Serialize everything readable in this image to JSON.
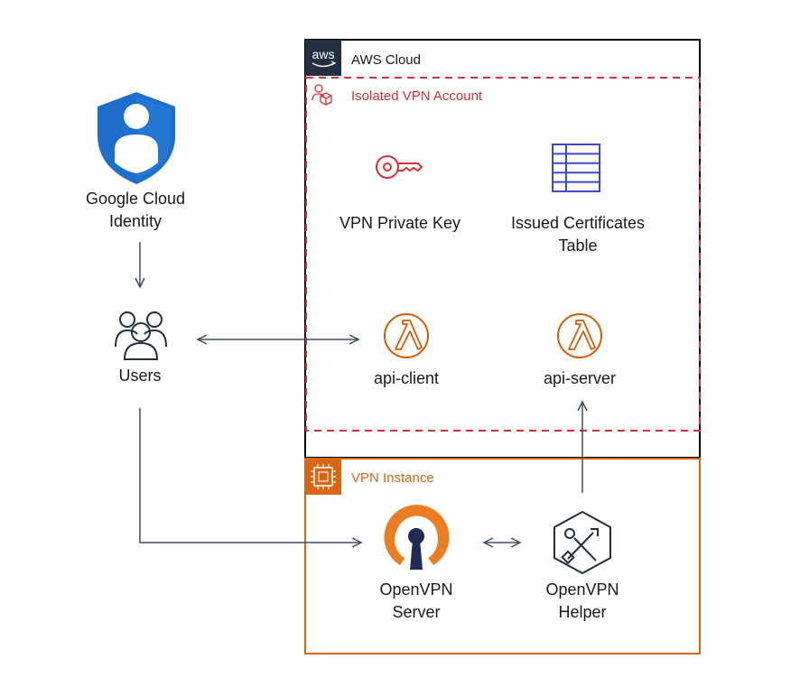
{
  "colors": {
    "aws_border": "#000000",
    "account_red": "#d13239",
    "instance_orange": "#d86613",
    "lambda_orange": "#d45b07",
    "arrow": "#3e4f63",
    "dynamo_blue": "#3f48cc",
    "shield_blue": "#1e6fc9",
    "aws_logo_bg": "#232f3e"
  },
  "groups": {
    "aws_cloud": {
      "label": "AWS Cloud",
      "logo_text": "aws",
      "logo_icon": "aws-logo-icon"
    },
    "isolated_account": {
      "label": "Isolated VPN Account",
      "icon": "account-icon"
    },
    "vpn_instance": {
      "label": "VPN Instance",
      "icon": "ec2-instance-icon"
    }
  },
  "nodes": {
    "google_identity": {
      "label": "Google Cloud\nIdentity",
      "icon": "shield-user-icon"
    },
    "users": {
      "label": "Users",
      "icon": "users-icon"
    },
    "vpn_private_key": {
      "label": "VPN Private Key",
      "icon": "key-icon"
    },
    "certificates_table": {
      "label": "Issued Certificates\nTable",
      "icon": "table-icon"
    },
    "api_client": {
      "label": "api-client",
      "icon": "lambda-icon"
    },
    "api_server": {
      "label": "api-server",
      "icon": "lambda-icon"
    },
    "openvpn_server": {
      "label": "OpenVPN\nServer",
      "icon": "openvpn-icon"
    },
    "openvpn_helper": {
      "label": "OpenVPN\nHelper",
      "icon": "tools-icon"
    }
  },
  "edges": [
    {
      "from": "google_identity",
      "to": "users",
      "direction": "one-way"
    },
    {
      "from": "users",
      "to": "api_client",
      "direction": "two-way"
    },
    {
      "from": "users",
      "to": "openvpn_server",
      "direction": "one-way"
    },
    {
      "from": "openvpn_server",
      "to": "openvpn_helper",
      "direction": "two-way"
    },
    {
      "from": "openvpn_helper",
      "to": "api_server",
      "direction": "one-way"
    }
  ]
}
